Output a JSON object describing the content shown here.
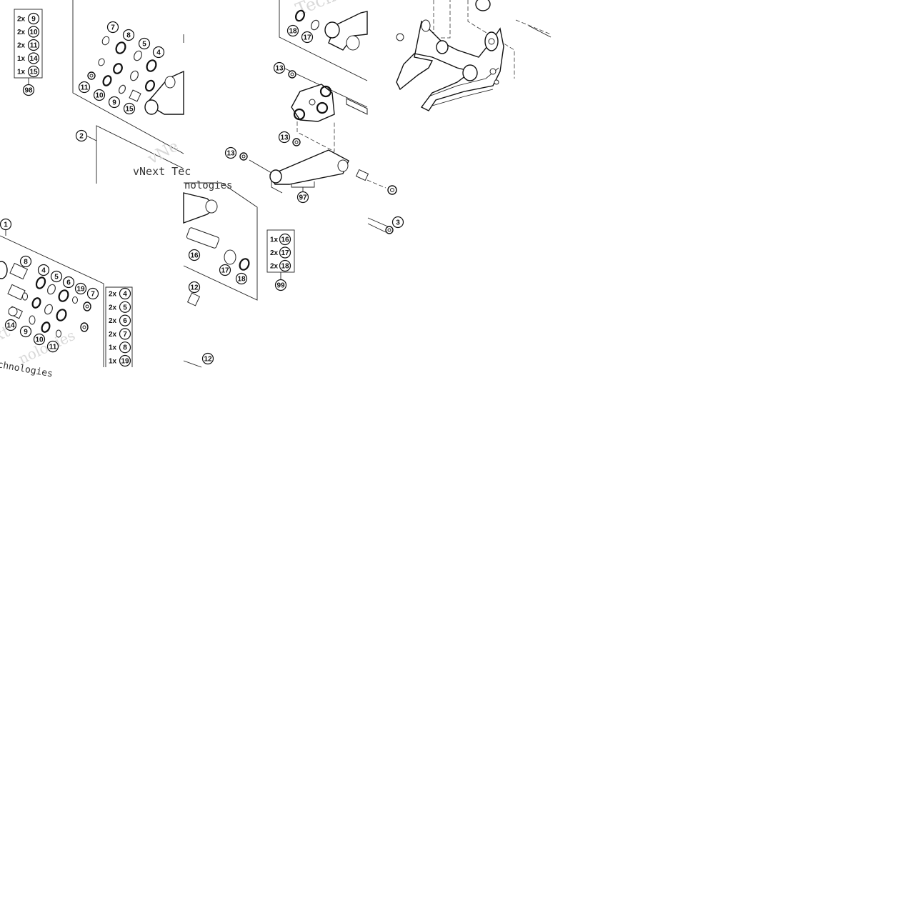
{
  "watermark": {
    "brand": "vNext Technologies",
    "short_a": "vNe",
    "short_b": "Techno",
    "short_c": "nologies",
    "short_d": "xt",
    "short_e": "chnologies",
    "short_f": "vNext Tec"
  },
  "kits": {
    "kit_98": {
      "label": "98",
      "rows": [
        {
          "qty": "2x",
          "part": "9"
        },
        {
          "qty": "2x",
          "part": "10"
        },
        {
          "qty": "2x",
          "part": "11"
        },
        {
          "qty": "1x",
          "part": "14"
        },
        {
          "qty": "1x",
          "part": "15"
        }
      ]
    },
    "kit_99": {
      "label": "99",
      "rows": [
        {
          "qty": "1x",
          "part": "16"
        },
        {
          "qty": "2x",
          "part": "17"
        },
        {
          "qty": "2x",
          "part": "18"
        }
      ]
    },
    "kit_1": {
      "rows": [
        {
          "qty": "2x",
          "part": "4"
        },
        {
          "qty": "2x",
          "part": "5"
        },
        {
          "qty": "2x",
          "part": "6"
        },
        {
          "qty": "2x",
          "part": "7"
        },
        {
          "qty": "1x",
          "part": "8"
        },
        {
          "qty": "1x",
          "part": "19"
        }
      ]
    }
  },
  "callouts": {
    "c7a": "7",
    "c8a": "8",
    "c5a": "5",
    "c4a": "4",
    "c11a": "11",
    "c10a": "10",
    "c9a": "9",
    "c15a": "15",
    "c2": "2",
    "c18a": "18",
    "c17a": "17",
    "c13a": "13",
    "c13b": "13",
    "c13c": "13",
    "c97": "97",
    "c3": "3",
    "c16": "16",
    "c17b": "17",
    "c18b": "18",
    "c12a": "12",
    "c12b": "12",
    "c1": "1",
    "c8b": "8",
    "c4b": "4",
    "c5b": "5",
    "c6": "6",
    "c19": "19",
    "c7b": "7",
    "c14": "14",
    "c9b": "9",
    "c10b": "10",
    "c11b": "11"
  }
}
